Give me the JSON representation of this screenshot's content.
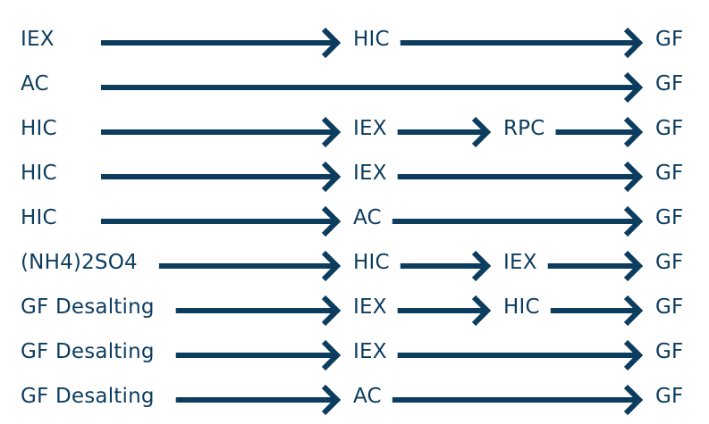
{
  "colors": {
    "ink": "#0c3c5e",
    "background": "#ffffff"
  },
  "rows": [
    {
      "steps": [
        "IEX",
        "HIC",
        "GF"
      ]
    },
    {
      "steps": [
        "AC",
        "GF"
      ]
    },
    {
      "steps": [
        "HIC",
        "IEX",
        "RPC",
        "GF"
      ]
    },
    {
      "steps": [
        "HIC",
        "IEX",
        "GF"
      ]
    },
    {
      "steps": [
        "HIC",
        "AC",
        "GF"
      ]
    },
    {
      "steps": [
        "(NH4)2SO4",
        "HIC",
        "IEX",
        "GF"
      ]
    },
    {
      "steps": [
        "GF Desalting",
        "IEX",
        "HIC",
        "GF"
      ]
    },
    {
      "steps": [
        "GF Desalting",
        "IEX",
        "GF"
      ]
    },
    {
      "steps": [
        "GF Desalting",
        "AC",
        "GF"
      ]
    }
  ]
}
